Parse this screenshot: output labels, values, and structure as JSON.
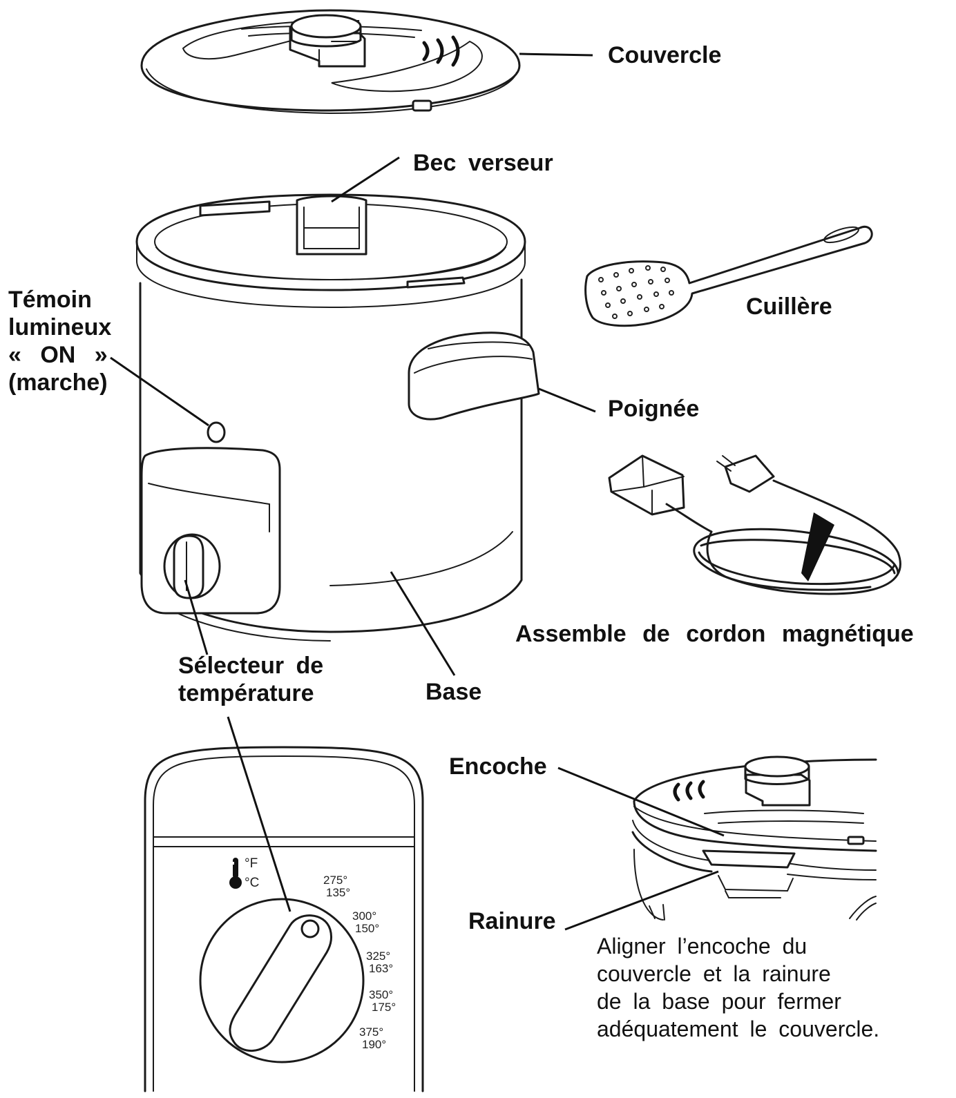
{
  "labels": {
    "couvercle": "Couvercle",
    "bec_verseur": "Bec verseur",
    "cuillere": "Cuillère",
    "temoin_line1": "Témoin",
    "temoin_line2": "lumineux",
    "temoin_line3": "« ON »",
    "temoin_line4": "(marche)",
    "poignee": "Poignée",
    "cordon": "Assemble de cordon magnétique",
    "selecteur_line1": "Sélecteur de",
    "selecteur_line2": "température",
    "base": "Base",
    "encoche": "Encoche",
    "rainure": "Rainure"
  },
  "note": {
    "line1": "Aligner l’encoche du",
    "line2": "couvercle et la rainure",
    "line3": "de la base pour fermer",
    "line4": "adéquatement le couvercle."
  },
  "dial": {
    "unit_f": "°F",
    "unit_c": "°C",
    "settings": [
      {
        "f": "275°",
        "c": "135°"
      },
      {
        "f": "300°",
        "c": "150°"
      },
      {
        "f": "325°",
        "c": "163°"
      },
      {
        "f": "350°",
        "c": "175°"
      },
      {
        "f": "375°",
        "c": "190°"
      }
    ]
  },
  "icons": {
    "thermometer": "thermometer-icon",
    "steam": "steam-vent-icon"
  }
}
